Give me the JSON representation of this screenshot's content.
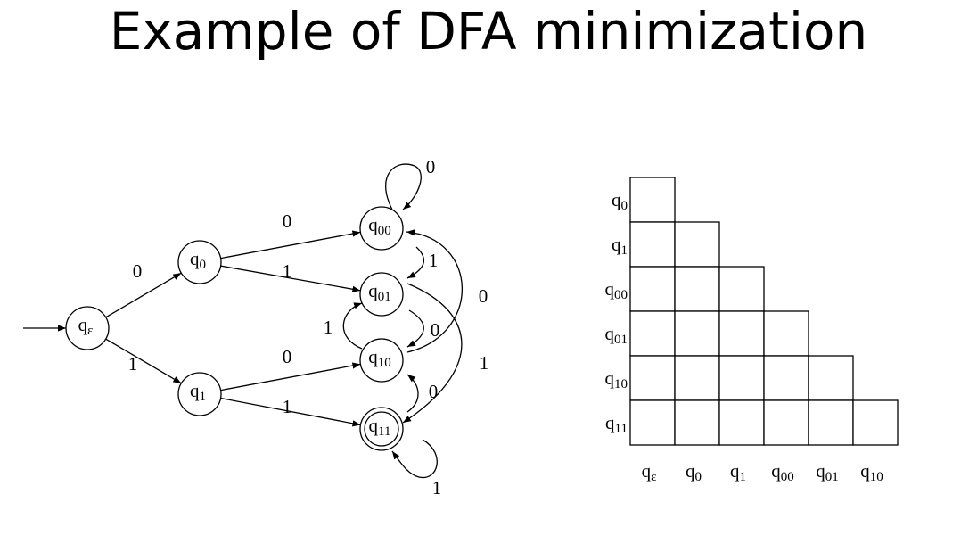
{
  "title": "Example of DFA minimization",
  "dfa": {
    "states": [
      {
        "id": "qe",
        "base": "q",
        "sub": "ε",
        "accepting": false,
        "start": true
      },
      {
        "id": "q0",
        "base": "q",
        "sub": "0",
        "accepting": false,
        "start": false
      },
      {
        "id": "q1",
        "base": "q",
        "sub": "1",
        "accepting": false,
        "start": false
      },
      {
        "id": "q00",
        "base": "q",
        "sub": "00",
        "accepting": false,
        "start": false
      },
      {
        "id": "q01",
        "base": "q",
        "sub": "01",
        "accepting": false,
        "start": false
      },
      {
        "id": "q10",
        "base": "q",
        "sub": "10",
        "accepting": false,
        "start": false
      },
      {
        "id": "q11",
        "base": "q",
        "sub": "11",
        "accepting": true,
        "start": false
      }
    ],
    "transitions": [
      {
        "from": "qe",
        "to": "q0",
        "symbol": "0"
      },
      {
        "from": "qe",
        "to": "q1",
        "symbol": "1"
      },
      {
        "from": "q0",
        "to": "q00",
        "symbol": "0"
      },
      {
        "from": "q0",
        "to": "q01",
        "symbol": "1"
      },
      {
        "from": "q1",
        "to": "q10",
        "symbol": "0"
      },
      {
        "from": "q1",
        "to": "q11",
        "symbol": "1"
      },
      {
        "from": "q00",
        "to": "q00",
        "symbol": "0"
      },
      {
        "from": "q00",
        "to": "q01",
        "symbol": "1"
      },
      {
        "from": "q01",
        "to": "q10",
        "symbol": "0"
      },
      {
        "from": "q01",
        "to": "q11",
        "symbol": "1"
      },
      {
        "from": "q10",
        "to": "q00",
        "symbol": "0"
      },
      {
        "from": "q10",
        "to": "q01",
        "symbol": "1"
      },
      {
        "from": "q11",
        "to": "q10",
        "symbol": "0"
      },
      {
        "from": "q11",
        "to": "q11",
        "symbol": "1"
      }
    ]
  },
  "table": {
    "rows": [
      {
        "base": "q",
        "sub": "0"
      },
      {
        "base": "q",
        "sub": "1"
      },
      {
        "base": "q",
        "sub": "00"
      },
      {
        "base": "q",
        "sub": "01"
      },
      {
        "base": "q",
        "sub": "10"
      },
      {
        "base": "q",
        "sub": "11"
      }
    ],
    "cols": [
      {
        "base": "q",
        "sub": "ε"
      },
      {
        "base": "q",
        "sub": "0"
      },
      {
        "base": "q",
        "sub": "1"
      },
      {
        "base": "q",
        "sub": "00"
      },
      {
        "base": "q",
        "sub": "01"
      },
      {
        "base": "q",
        "sub": "10"
      }
    ]
  }
}
